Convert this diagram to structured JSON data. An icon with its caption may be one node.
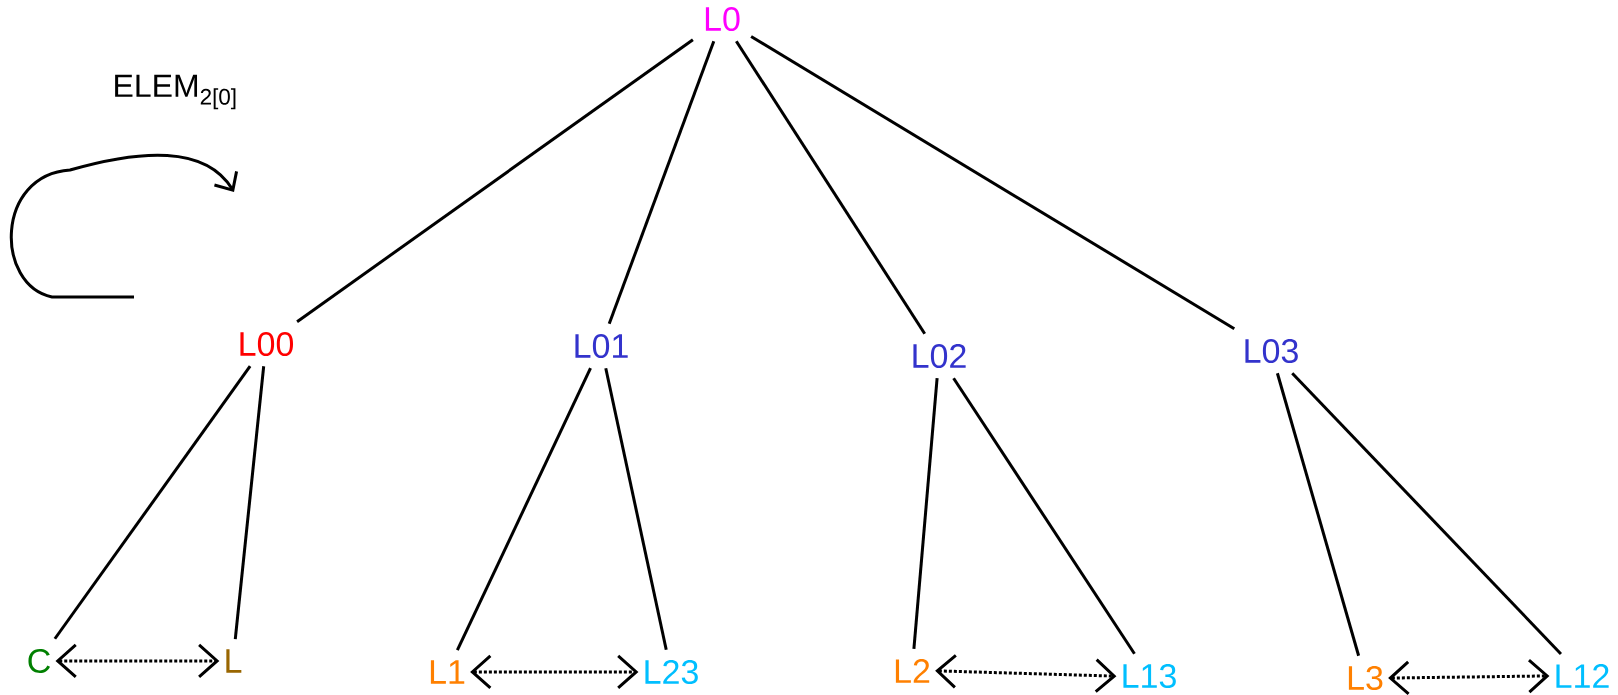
{
  "diagram": {
    "nodes": [
      {
        "text": [
          "L0"
        ]
      },
      {
        "text": [
          "L00"
        ]
      },
      {
        "text": [
          "L01"
        ]
      },
      {
        "text": [
          "L02"
        ]
      },
      {
        "text": [
          "L03"
        ]
      },
      {
        "text": [
          "C"
        ]
      },
      {
        "text": [
          "L"
        ]
      },
      {
        "text": [
          "L1"
        ]
      },
      {
        "text": [
          "L23"
        ]
      },
      {
        "text": [
          "L2"
        ]
      },
      {
        "text": [
          "L13"
        ]
      },
      {
        "text": [
          "L3"
        ]
      },
      {
        "text": [
          "L12"
        ]
      }
    ],
    "edges": [
      {
        "from": 0,
        "to": 1,
        "arrow": "none"
      },
      {
        "from": 0,
        "to": 2,
        "arrow": "none"
      },
      {
        "from": 0,
        "to": 3,
        "arrow": "none"
      },
      {
        "from": 0,
        "to": 4,
        "arrow": "none"
      },
      {
        "from": 1,
        "to": 5,
        "arrow": "none"
      },
      {
        "from": 1,
        "to": 6,
        "arrow": "none"
      },
      {
        "from": 2,
        "to": 7,
        "arrow": "none"
      },
      {
        "from": 2,
        "to": 8,
        "arrow": "none"
      },
      {
        "from": 3,
        "to": 9,
        "arrow": "none"
      },
      {
        "from": 3,
        "to": 10,
        "arrow": "none"
      },
      {
        "from": 4,
        "to": 11,
        "arrow": "none"
      },
      {
        "from": 4,
        "to": 12,
        "arrow": "none"
      },
      {
        "from": 5,
        "to": 6,
        "arrow": "both",
        "style": "dashed"
      },
      {
        "from": 7,
        "to": 8,
        "arrow": "both",
        "style": "dashed"
      },
      {
        "from": 9,
        "to": 10,
        "arrow": "both",
        "style": "dashed"
      },
      {
        "from": 11,
        "to": 12,
        "arrow": "both",
        "style": "dashed"
      }
    ],
    "labels": [
      "ELEM$_{2[0]}$"
    ]
  }
}
